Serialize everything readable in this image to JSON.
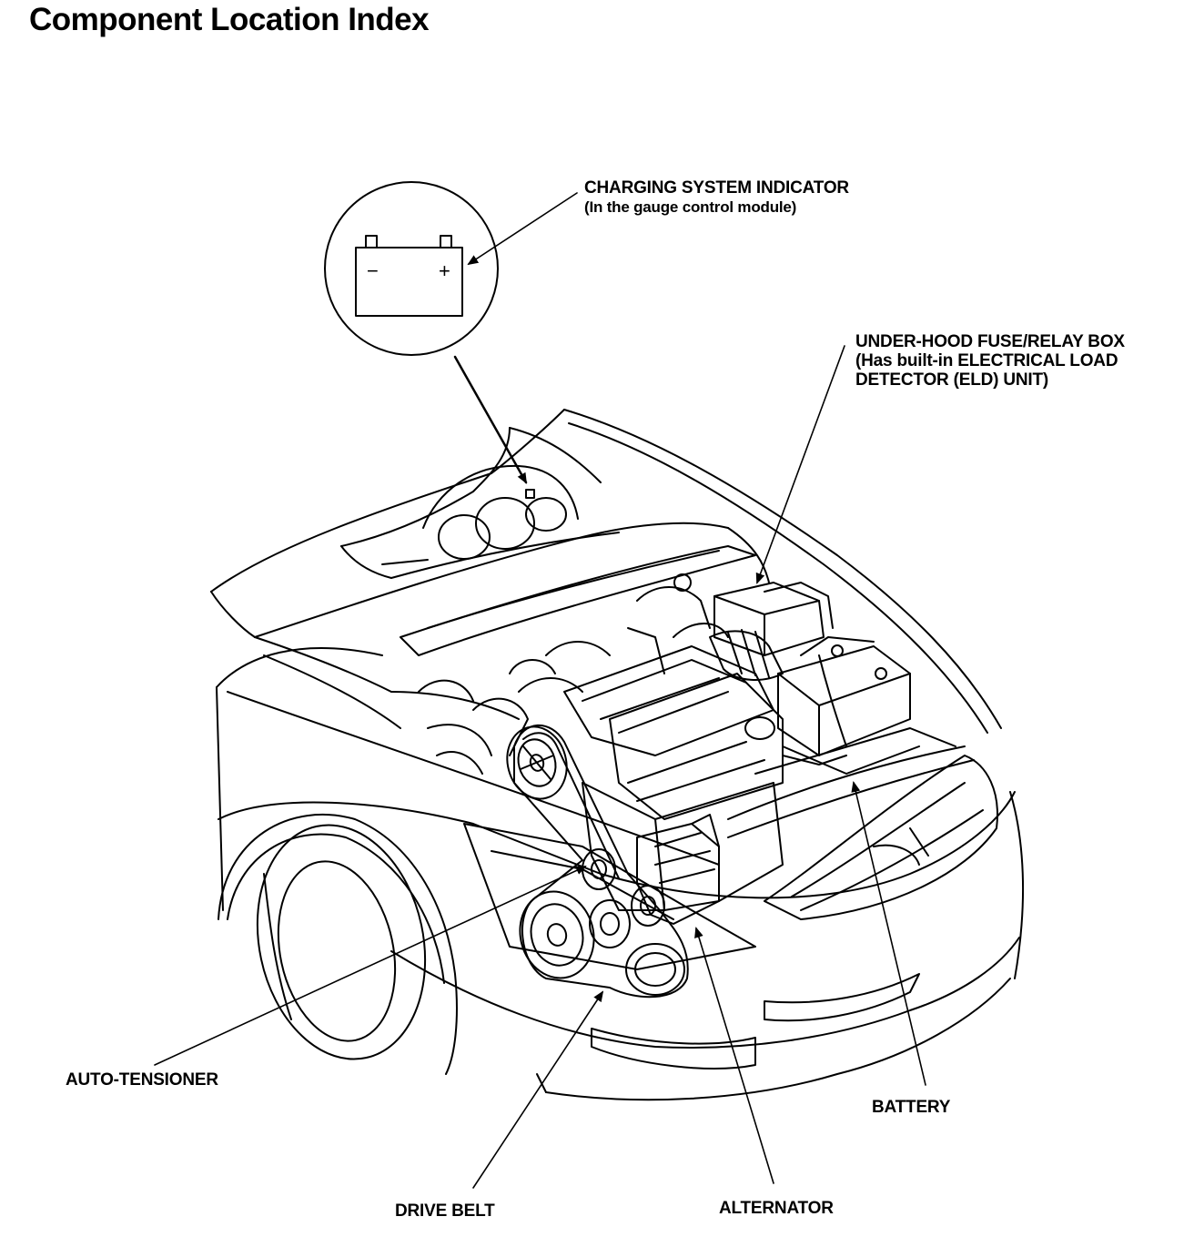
{
  "title": "Component Location Index",
  "callouts": {
    "charging_indicator": {
      "line1": "CHARGING SYSTEM INDICATOR",
      "line2": "(In the gauge control module)"
    },
    "fuse_box": {
      "line1": "UNDER-HOOD FUSE/RELAY BOX",
      "line2": "(Has built-in ELECTRICAL LOAD",
      "line3": "DETECTOR (ELD) UNIT)"
    },
    "auto_tensioner": "AUTO-TENSIONER",
    "battery": "BATTERY",
    "drive_belt": "DRIVE BELT",
    "alternator": "ALTERNATOR"
  },
  "indicator_symbols": {
    "minus": "−",
    "plus": "+"
  }
}
